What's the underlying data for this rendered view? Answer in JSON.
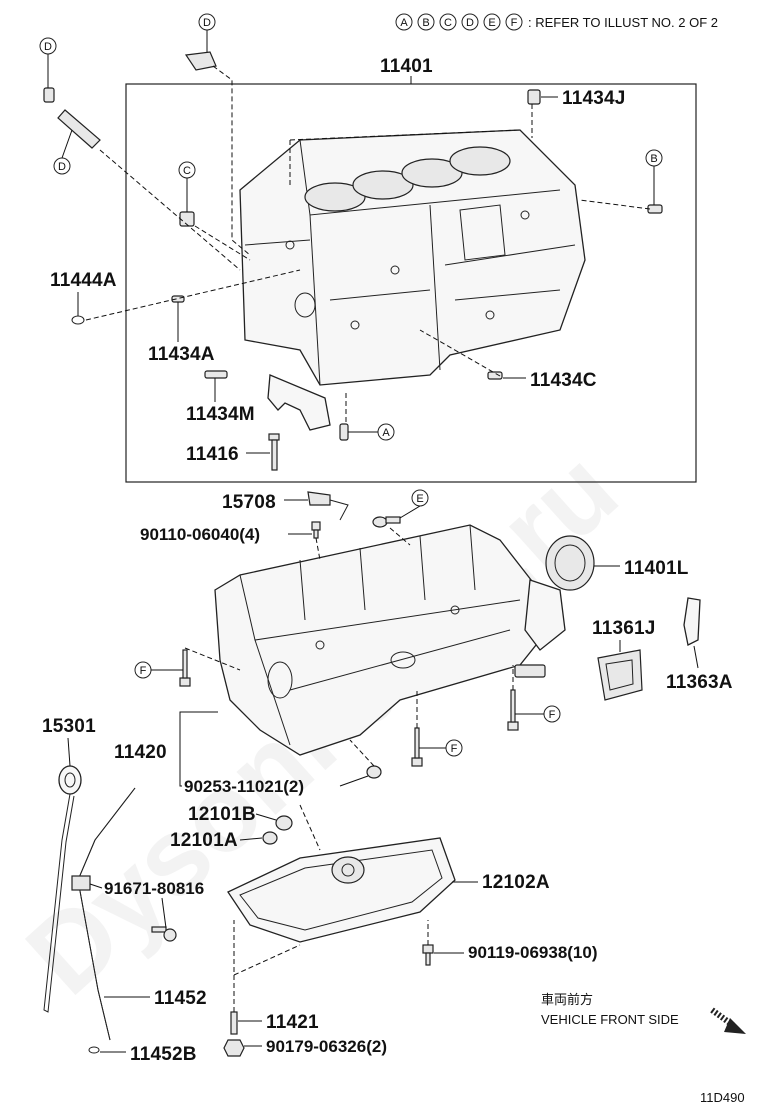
{
  "header": {
    "refer_letters": [
      "A",
      "B",
      "C",
      "D",
      "E",
      "F"
    ],
    "refer_text": ": REFER TO ILLUST NO. 2 OF 2"
  },
  "watermark": "DysonFarm.ru",
  "labels": {
    "p11401": "11401",
    "p11434J": "11434J",
    "p11444A": "11444A",
    "p11434A": "11434A",
    "p11434C": "11434C",
    "p11434M": "11434M",
    "p11416": "11416",
    "p15708": "15708",
    "p90110": "90110-06040(4)",
    "p11401L": "11401L",
    "p11361J": "11361J",
    "p11363A": "11363A",
    "p15301": "15301",
    "p11420": "11420",
    "p90253": "90253-11021(2)",
    "p12101B": "12101B",
    "p12101A": "12101A",
    "p91671": "91671-80816",
    "p12102A": "12102A",
    "p90119": "90119-06938(10)",
    "p11452": "11452",
    "p11421": "11421",
    "p90179": "90179-06326(2)",
    "p11452B": "11452B"
  },
  "refs": {
    "d1": "D",
    "d2": "D",
    "d3": "D",
    "c1": "C",
    "b1": "B",
    "a1": "A",
    "e1": "E",
    "f1": "F",
    "f2": "F",
    "f3": "F"
  },
  "front": {
    "jp": "車両前方",
    "en": "VEHICLE FRONT SIDE"
  },
  "illust_code": "11D490"
}
